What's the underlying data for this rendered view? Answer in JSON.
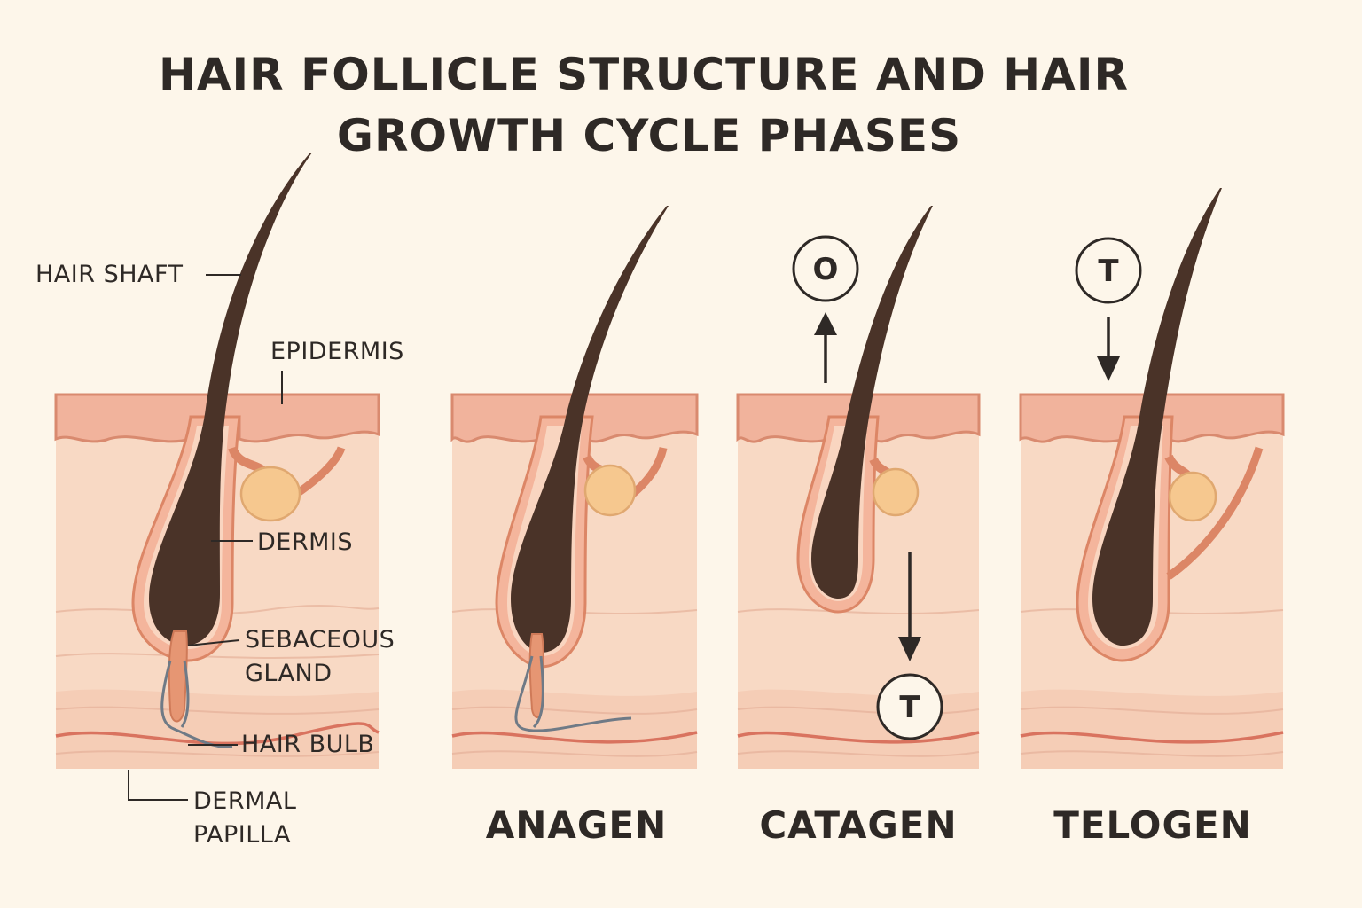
{
  "title": {
    "line1": "HAIR FOLLICLE STRUCTURE AND HAIR",
    "line2": "GROWTH CYCLE PHASES"
  },
  "labels": {
    "hair_shaft": "HAIR SHAFT",
    "epidermis": "EPIDERMIS",
    "dermis": "DERMIS",
    "sebaceous_line1": "SEBACEOUS",
    "sebaceous_line2": "GLAND",
    "hair_bulb": "HAIR BULB",
    "dermal_line1": "DERMAL",
    "dermal_line2": "PAPILLA"
  },
  "phases": {
    "anagen": "ANAGEN",
    "catagen": "CATAGEN",
    "telogen": "TELOGEN"
  },
  "markers": {
    "catagen_top": "O",
    "catagen_bottom": "T",
    "telogen_top": "T"
  },
  "colors": {
    "background": "#fdf6ea",
    "skin": "#f8d9c4",
    "epidermis": "#f1b39c",
    "hair": "#4a3328",
    "gland": "#f6c88f",
    "vessel": "#d9735f"
  }
}
